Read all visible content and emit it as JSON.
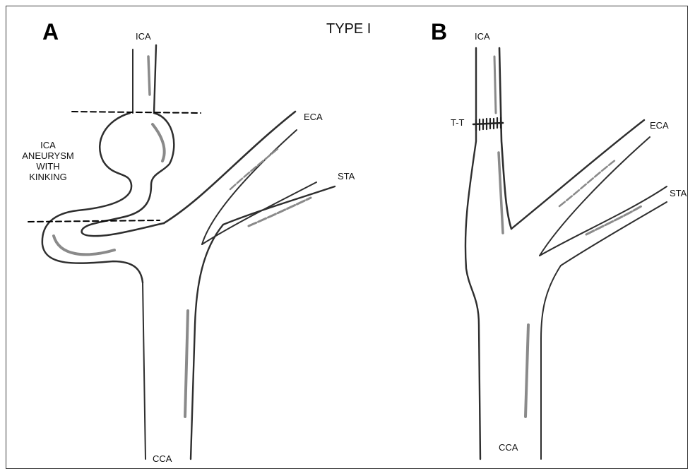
{
  "title": "TYPE I",
  "panel_a": {
    "letter": "A",
    "labels": {
      "ica": "ICA",
      "eca": "ECA",
      "sta": "STA",
      "cca": "CCA",
      "aneurysm_line1": "ICA",
      "aneurysm_line2": "ANEURYSM",
      "aneurysm_line3": "WITH",
      "aneurysm_line4": "KINKING"
    }
  },
  "panel_b": {
    "letter": "B",
    "labels": {
      "ica": "ICA",
      "eca": "ECA",
      "sta": "STA",
      "cca": "CCA",
      "anastomosis": "T-T"
    }
  }
}
